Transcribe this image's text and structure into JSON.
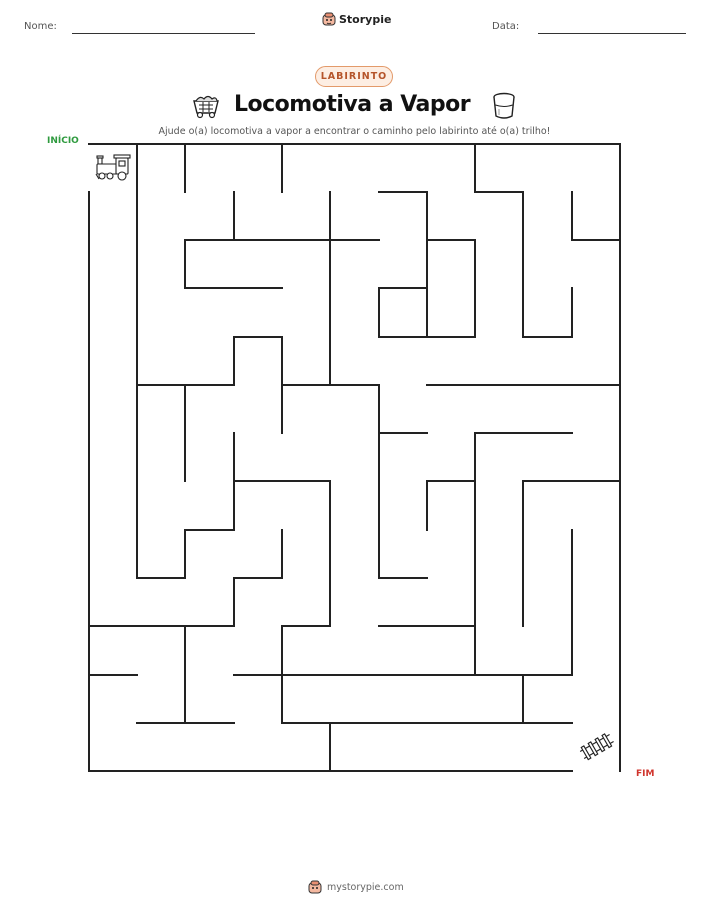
{
  "header": {
    "name_label": "Nome:",
    "date_label": "Data:",
    "brand": "Storypie"
  },
  "badge": "LABIRINTO",
  "title": "Locomotiva a Vapor",
  "subtitle": "Ajude o(a) locomotiva a vapor a encontrar o caminho pelo labirinto até o(a) trilho!",
  "maze": {
    "start_label": "INÍCIO",
    "end_label": "FIM",
    "start_icon": "steam-locomotive-icon",
    "end_icon": "railroad-track-icon"
  },
  "title_icons": [
    "coal-cart-icon",
    "bucket-icon"
  ],
  "footer": "mystorypie.com",
  "colors": {
    "start": "#2e9a3e",
    "end": "#d0342c",
    "badge_border": "#e39a6a",
    "badge_fill": "#fdeee3",
    "badge_text": "#b5542a"
  }
}
